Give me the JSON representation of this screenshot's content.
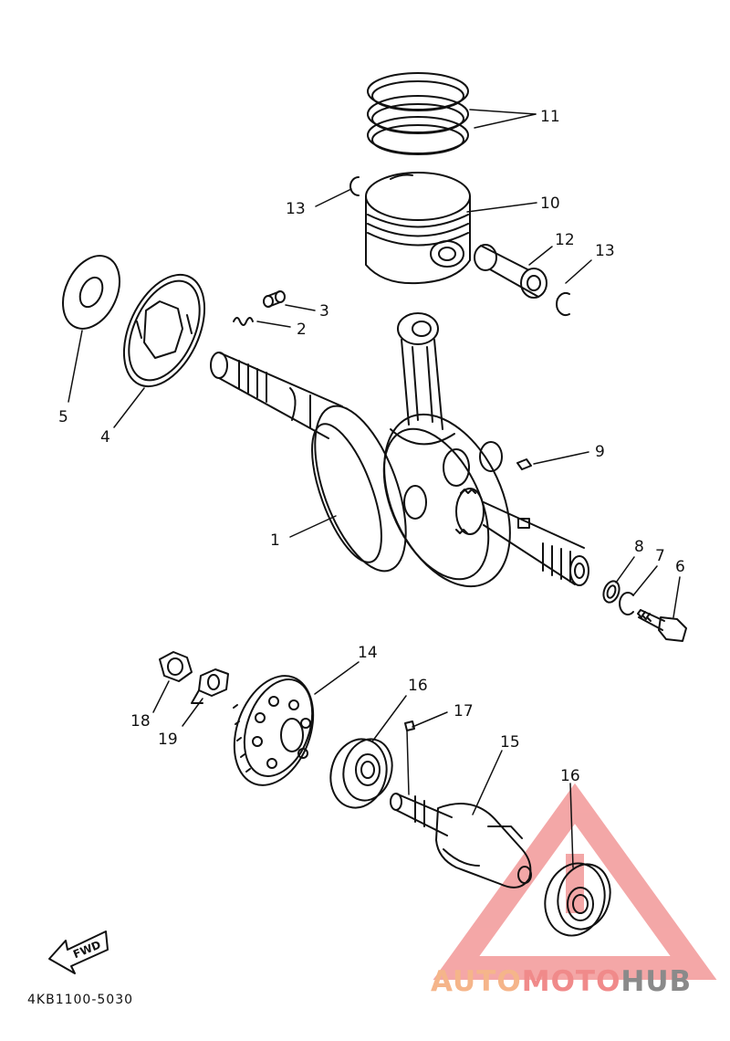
{
  "diagram": {
    "part_number": "4KB1100-5030",
    "direction_label": "FWD",
    "callouts": [
      "1",
      "2",
      "3",
      "4",
      "5",
      "6",
      "7",
      "8",
      "9",
      "10",
      "11",
      "12",
      "13",
      "13",
      "14",
      "15",
      "16",
      "16",
      "17",
      "18",
      "19"
    ]
  },
  "watermark": {
    "brand_part1": "AUTO",
    "brand_part2": "MOTO",
    "brand_part3": "HUB",
    "color_primary": "#f4a58a",
    "color_secondary": "#f08a8a",
    "color_dark": "#8a8a8a"
  },
  "colors": {
    "line": "#111111",
    "background": "#ffffff"
  }
}
